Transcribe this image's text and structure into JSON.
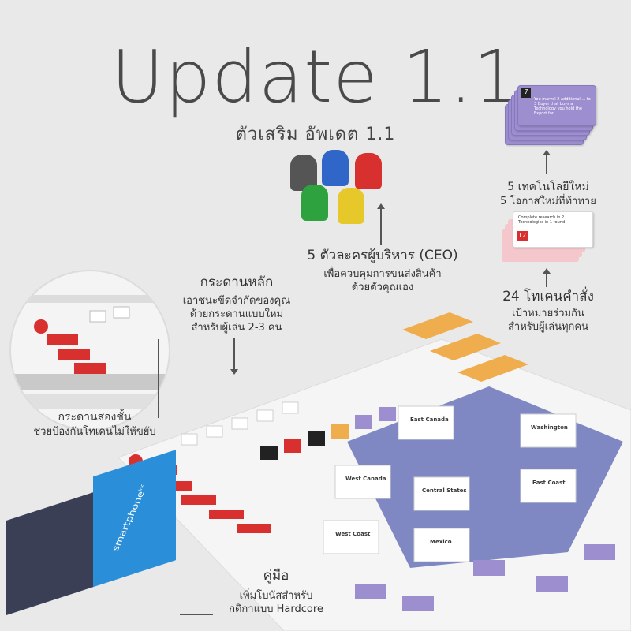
{
  "header": {
    "title": "Update 1.1",
    "subtitle": "ตัวเสริม อัพเดต 1.1"
  },
  "ceo": {
    "heading": "5 ตัวละครผู้บริหาร (CEO)",
    "desc_line1": "เพื่อควบคุมการขนส่งสินค้า",
    "desc_line2": "ด้วยตัวคุณเอง",
    "colors": [
      "#555555",
      "#2f66c7",
      "#d8302e",
      "#2fa240",
      "#e7c82a"
    ]
  },
  "tech": {
    "line1": "5 เทคโนโลยีใหม่",
    "line2": "5 โอกาสใหม่ที่ท้าทาย",
    "card_number": "7",
    "card_text": "You marvel 2 additional ... to 3 Buyer that buys a Technology you hold the Export for"
  },
  "tokens": {
    "heading": "24 โทเคนคำสั่ง",
    "desc_line1": "เป้าหมายร่วมกัน",
    "desc_line2": "สำหรับผู้เล่นทุกคน",
    "card_text": "Complete research in 2 Technologies in 1 round",
    "card_number": "12"
  },
  "board": {
    "heading": "กระดานหลัก",
    "desc_line1": "เอาชนะขีดจำกัดของคุณ",
    "desc_line2": "ด้วยกระดานแบบใหม่",
    "desc_line3": "สำหรับผู้เล่น 2-3 คน",
    "regions": [
      "East Canada",
      "Washington",
      "West Canada",
      "Central States",
      "East Coast",
      "West Coast",
      "Mexico"
    ]
  },
  "double_layer": {
    "line1": "กระดานสองชั้น",
    "line2": "ช่วยป้องกันโทเคนไม่ให้ขยับ"
  },
  "manual": {
    "heading": "คู่มือ",
    "line1": "เพิ่มโบนัสสำหรับ",
    "line2": "กติกาแบบ Hardcore",
    "cover_title": "smartphone",
    "cover_sup": "inc"
  },
  "colors": {
    "background": "#e9e9e9",
    "accent_red": "#d8302e",
    "accent_orange": "#f0ad4e",
    "accent_purple": "#9d8fcf",
    "accent_blue": "#2a8fd8"
  }
}
